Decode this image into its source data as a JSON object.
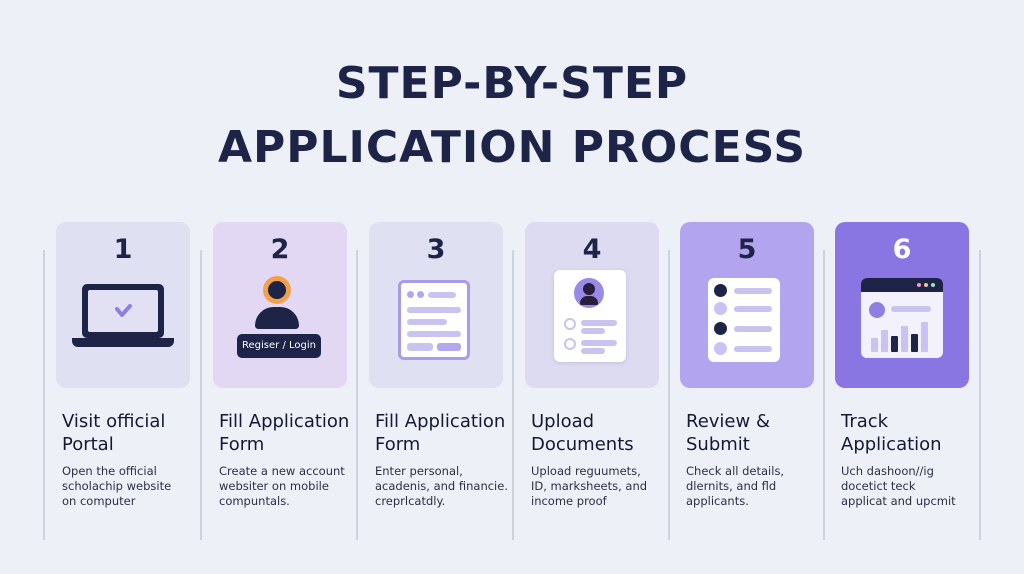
{
  "title": {
    "line1": "STEP-BY-STEP",
    "line2": "APPLICATION PROCESS"
  },
  "colors": {
    "background": "#eef0f8",
    "title": "#1d2447",
    "card_1": "#dfe1f3",
    "card_2": "#e2d8f4",
    "card_3": "#dfe1f3",
    "card_4": "#dcdbf2",
    "card_5": "#b2a4ee",
    "card_6": "#8a76e3"
  },
  "steps": [
    {
      "number": "1",
      "heading": "Visit official\nPortal",
      "description": "Open the official\nscholachip website\non computer",
      "icon": "laptop-icon"
    },
    {
      "number": "2",
      "heading": "Fill Application\nForm",
      "description": "Create a new account\nwebsiter on mobile\ncompuntals.",
      "icon": "user-login-icon",
      "button_label": "Regiser / Login"
    },
    {
      "number": "3",
      "heading": "Fill Application\nForm",
      "description": "Enter personal,\nacadenis, and financie.\ncreprlcatdly.",
      "icon": "form-icon"
    },
    {
      "number": "4",
      "heading": "Upload\nDocuments",
      "description": "Upload reguumets,\nID, marksheets, and\nincome proof",
      "icon": "document-upload-icon"
    },
    {
      "number": "5",
      "heading": "Review &\nSubmit",
      "description": "Check all details,\ndlernits, and fld\napplicants.",
      "icon": "checklist-icon"
    },
    {
      "number": "6",
      "heading": "Track\nApplication",
      "description": "Uch dashoon//ig\ndocetict teck\napplicat and upcmit",
      "icon": "dashboard-icon"
    }
  ]
}
